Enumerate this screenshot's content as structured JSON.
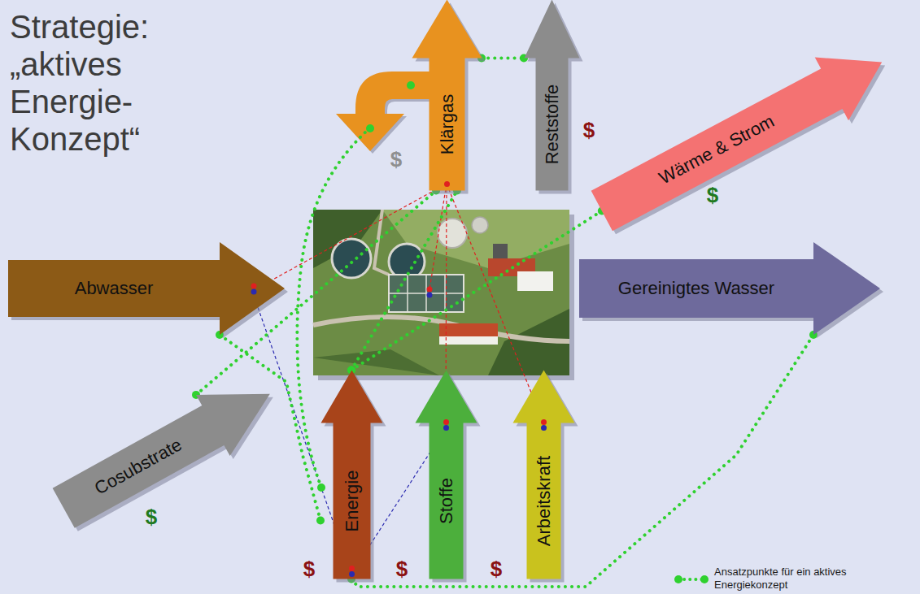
{
  "diagram": {
    "title": "Strategie: „aktives Energie- Konzept“",
    "nodes": [
      {
        "text": [
          "Klärgas"
        ]
      },
      {
        "text": [
          "Reststoffe"
        ]
      },
      {
        "text": [
          "Wärme & Strom"
        ]
      },
      {
        "text": [
          "Abwasser"
        ]
      },
      {
        "text": [
          "Gereinigtes Wasser"
        ]
      },
      {
        "text": [
          "Cosubstrate"
        ]
      },
      {
        "text": [
          "Energie"
        ]
      },
      {
        "text": [
          "Stoffe"
        ]
      },
      {
        "text": [
          "Arbeitskraft"
        ]
      }
    ],
    "edges": [
      {
        "from": 0,
        "to": 1,
        "arrow": "none"
      },
      {
        "from": 5,
        "to": 0,
        "arrow": "none"
      },
      {
        "from": 6,
        "to": 0,
        "arrow": "none"
      },
      {
        "from": 6,
        "to": 2,
        "arrow": "none"
      },
      {
        "from": 6,
        "to": 3,
        "arrow": "none"
      },
      {
        "from": 6,
        "to": 4,
        "arrow": "none"
      }
    ],
    "labels": [
      "$",
      "$",
      "$",
      "$",
      "$",
      "$",
      "$"
    ],
    "legend": [
      {
        "text": "Ansatzpunkte für ein aktives Energiekonzept"
      }
    ]
  }
}
